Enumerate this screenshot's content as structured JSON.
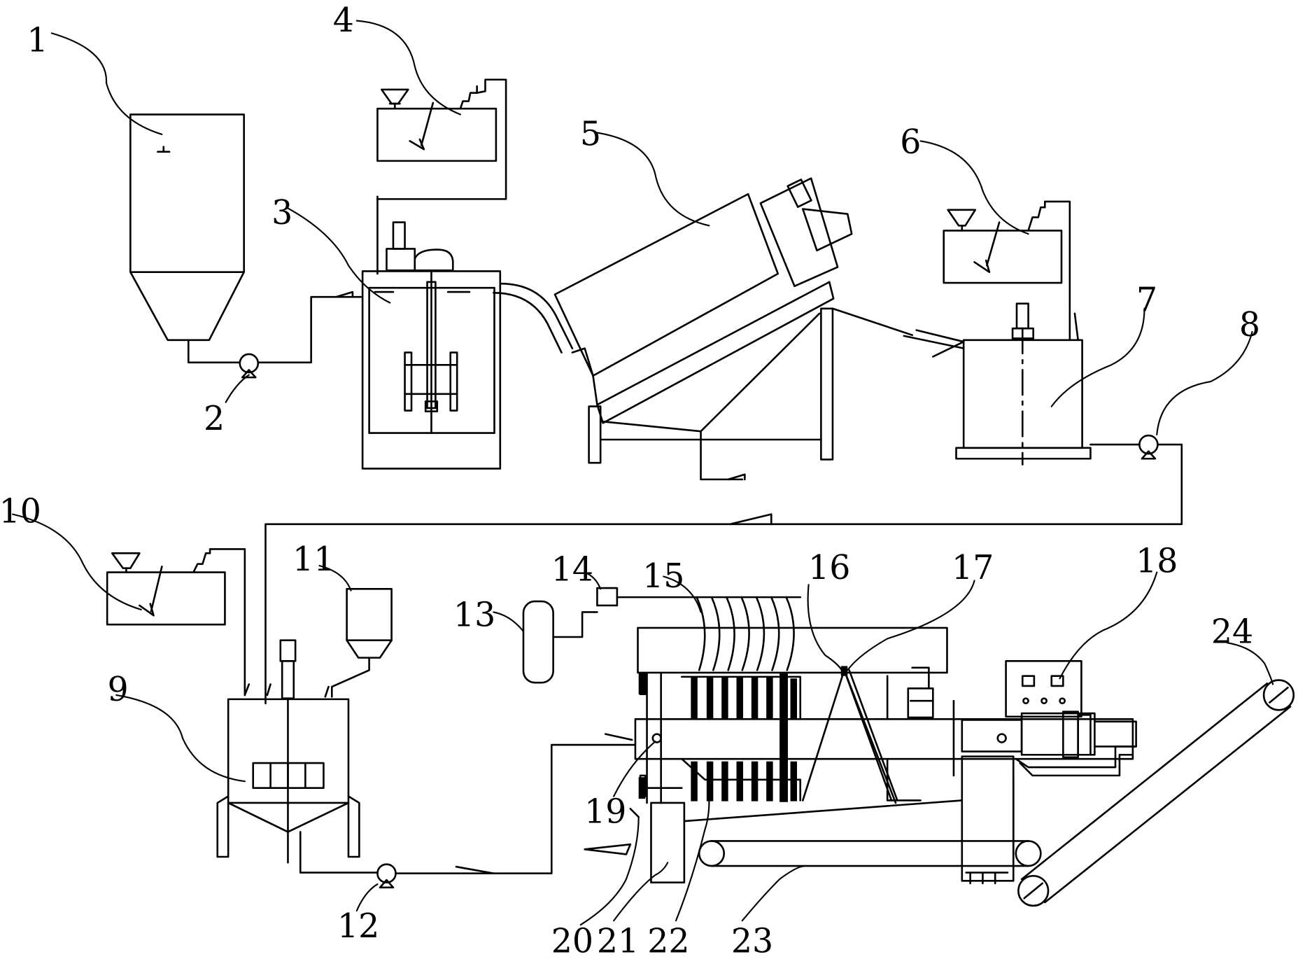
{
  "labels": [
    "1",
    "2",
    "3",
    "4",
    "5",
    "6",
    "7",
    "8",
    "9",
    "10",
    "11",
    "12",
    "13",
    "14",
    "15",
    "16",
    "17",
    "18",
    "19",
    "20",
    "21",
    "22",
    "23",
    "24"
  ],
  "colors": {
    "line": "#000000",
    "background": "#ffffff"
  }
}
